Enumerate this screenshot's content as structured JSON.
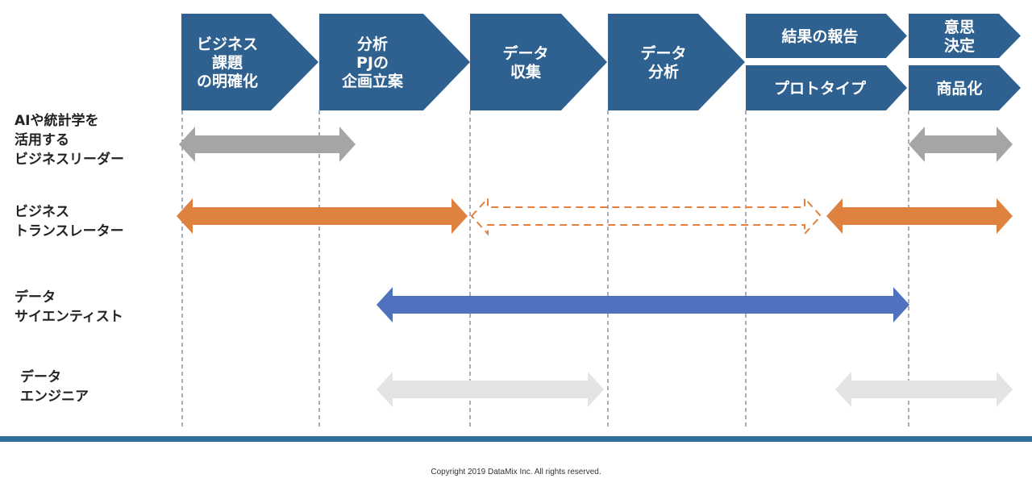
{
  "phases": [
    {
      "lines": [
        "ビジネス",
        "課題",
        "の明確化"
      ]
    },
    {
      "lines": [
        "分析",
        "PJの",
        "企画立案"
      ]
    },
    {
      "lines": [
        "データ",
        "収集"
      ]
    },
    {
      "lines": [
        "データ",
        "分析"
      ]
    },
    {
      "lines": [
        "結果の報告"
      ]
    },
    {
      "lines": [
        "プロトタイプ"
      ]
    },
    {
      "lines": [
        "意思",
        "決定"
      ]
    },
    {
      "lines": [
        "商品化"
      ]
    }
  ],
  "roles": [
    {
      "lines": [
        "AIや統計学を",
        "活用する",
        "ビジネスリーダー"
      ]
    },
    {
      "lines": [
        "ビジネス",
        "トランスレーター"
      ]
    },
    {
      "lines": [
        "データ",
        "サイエンティスト"
      ]
    },
    {
      "lines": [
        "データ",
        "エンジニア"
      ]
    }
  ],
  "colors": {
    "phase": "#2e6190",
    "leader": "#a5a5a5",
    "translator": "#e0823f",
    "scientist": "#4f72bf",
    "engineer": "#e4e4e4",
    "bottom_bar": "#2e6e99"
  },
  "footer": "Copyright 2019 DataMix Inc. All rights reserved."
}
